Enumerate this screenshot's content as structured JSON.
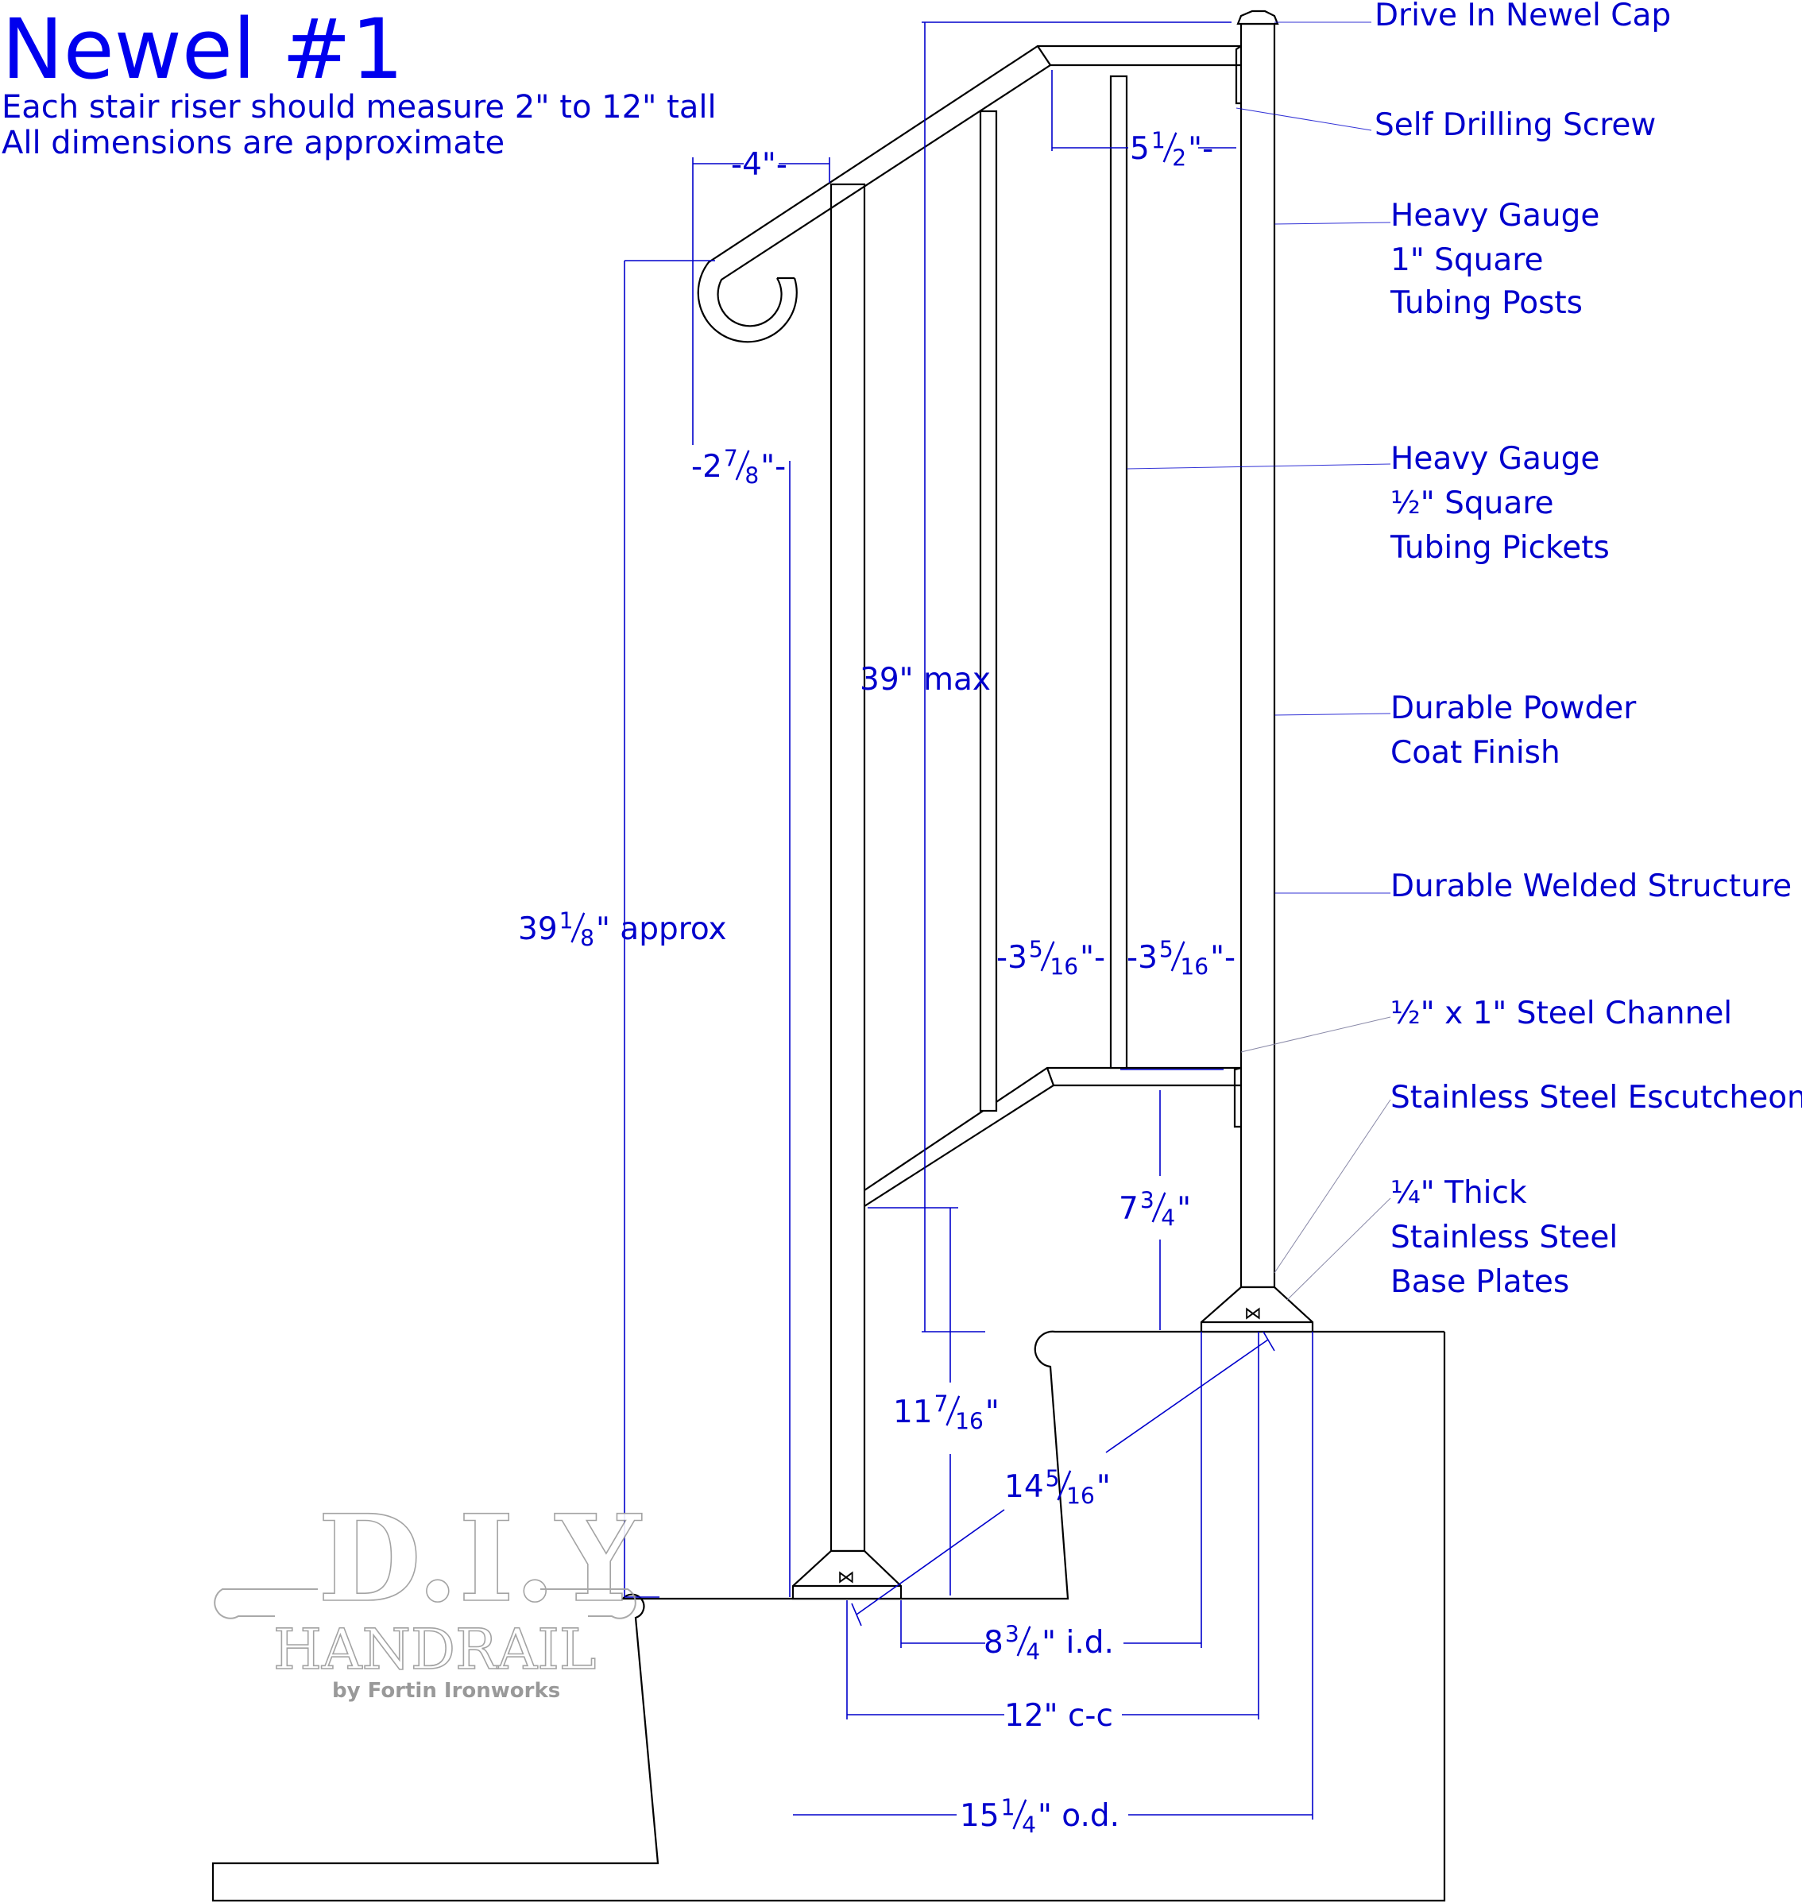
{
  "header": {
    "title": "Newel #1",
    "line1": "Each stair riser should measure 2\" to 12\" tall",
    "line2": "All dimensions are approximate"
  },
  "callouts": {
    "cap": "Drive In Newel Cap",
    "screw": "Self Drilling Screw",
    "posts": [
      "Heavy Gauge",
      "1\" Square",
      "Tubing Posts"
    ],
    "pickets": [
      "Heavy Gauge",
      "½\" Square",
      "Tubing Pickets"
    ],
    "finish": [
      "Durable Powder",
      "Coat Finish"
    ],
    "structure": "Durable Welded Structure",
    "channel": "½\" x 1\" Steel Channel",
    "escutcheon": "Stainless Steel Escutcheon",
    "plates": [
      "¼\" Thick",
      "Stainless Steel",
      "Base Plates"
    ]
  },
  "dimensions": {
    "scroll_width": "-4\"-",
    "scroll_drop": {
      "whole": "-2",
      "num": "7",
      "den": "8",
      "tail": "\"-"
    },
    "top_gap": {
      "whole": "5",
      "num": "1",
      "den": "2",
      "tail": "\"-"
    },
    "max_height": "39\" max",
    "overall_height": {
      "whole": "39",
      "num": "1",
      "den": "8",
      "tail": "\" approx"
    },
    "picket_gap_left": {
      "whole": "-3",
      "num": "5",
      "den": "16",
      "tail": "\"-"
    },
    "picket_gap_right": {
      "whole": "-3",
      "num": "5",
      "den": "16",
      "tail": "\"-"
    },
    "bottom_rail": {
      "whole": "7",
      "num": "3",
      "den": "4",
      "tail": "\""
    },
    "lower_rail": {
      "whole": "11",
      "num": "7",
      "den": "16",
      "tail": "\""
    },
    "diagonal": {
      "whole": "14",
      "num": "5",
      "den": "16",
      "tail": "\""
    },
    "inside": {
      "whole": "8",
      "num": "3",
      "den": "4",
      "tail": "\" i.d."
    },
    "center": "12\" c-c",
    "outside": {
      "whole": "15",
      "num": "1",
      "den": "4",
      "tail": "\" o.d."
    }
  },
  "logo": {
    "main": "D.I.Y",
    "word": "HANDRAIL",
    "by": "by Fortin Ironworks"
  },
  "colors": {
    "dimension": "#0000cc",
    "title": "#0000ee",
    "line": "#000000"
  }
}
